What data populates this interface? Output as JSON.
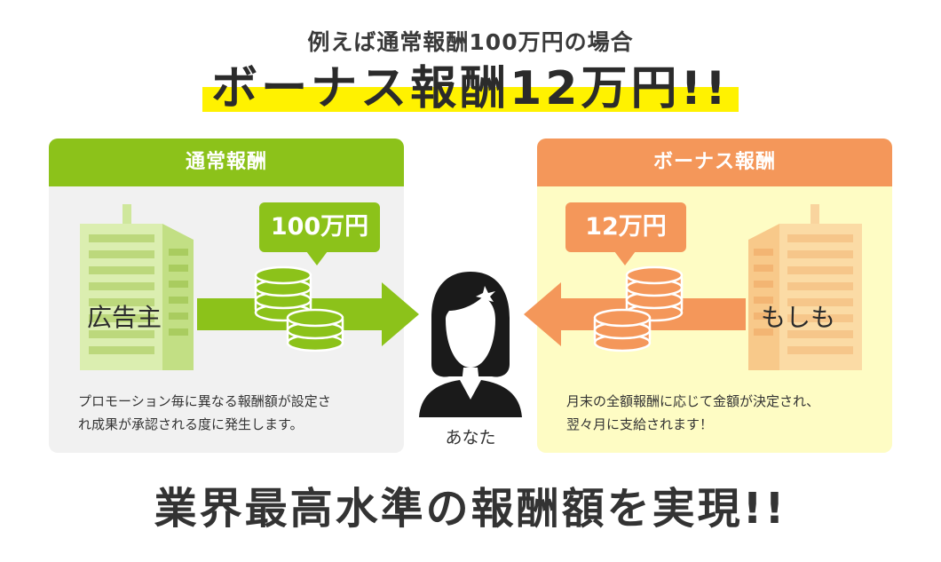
{
  "subtitle": "例えば通常報酬100万円の場合",
  "headline": "ボーナス報酬12万円!!",
  "left_panel": {
    "title": "通常報酬",
    "amount": "100万円",
    "building_label": "広告主",
    "description": "プロモーション毎に異なる報酬額が設定さ\nれ成果が承認される度に発生します。"
  },
  "right_panel": {
    "title": "ボーナス報酬",
    "amount": "12万円",
    "building_label": "もしも",
    "description": "月末の全額報酬に応じて金額が決定され、\n翌々月に支給されます！"
  },
  "person_label": "あなた",
  "footer": "業界最高水準の報酬額を実現!!",
  "icons": [
    "building-icon",
    "coin-stack-icon",
    "arrow-right-icon",
    "arrow-left-icon",
    "person-icon"
  ],
  "colors": {
    "green": "#8cc21a",
    "orange": "#f4975a",
    "highlight": "#fff200",
    "left_panel_bg": "#f1f1f1",
    "right_panel_bg": "#fefcc4"
  }
}
